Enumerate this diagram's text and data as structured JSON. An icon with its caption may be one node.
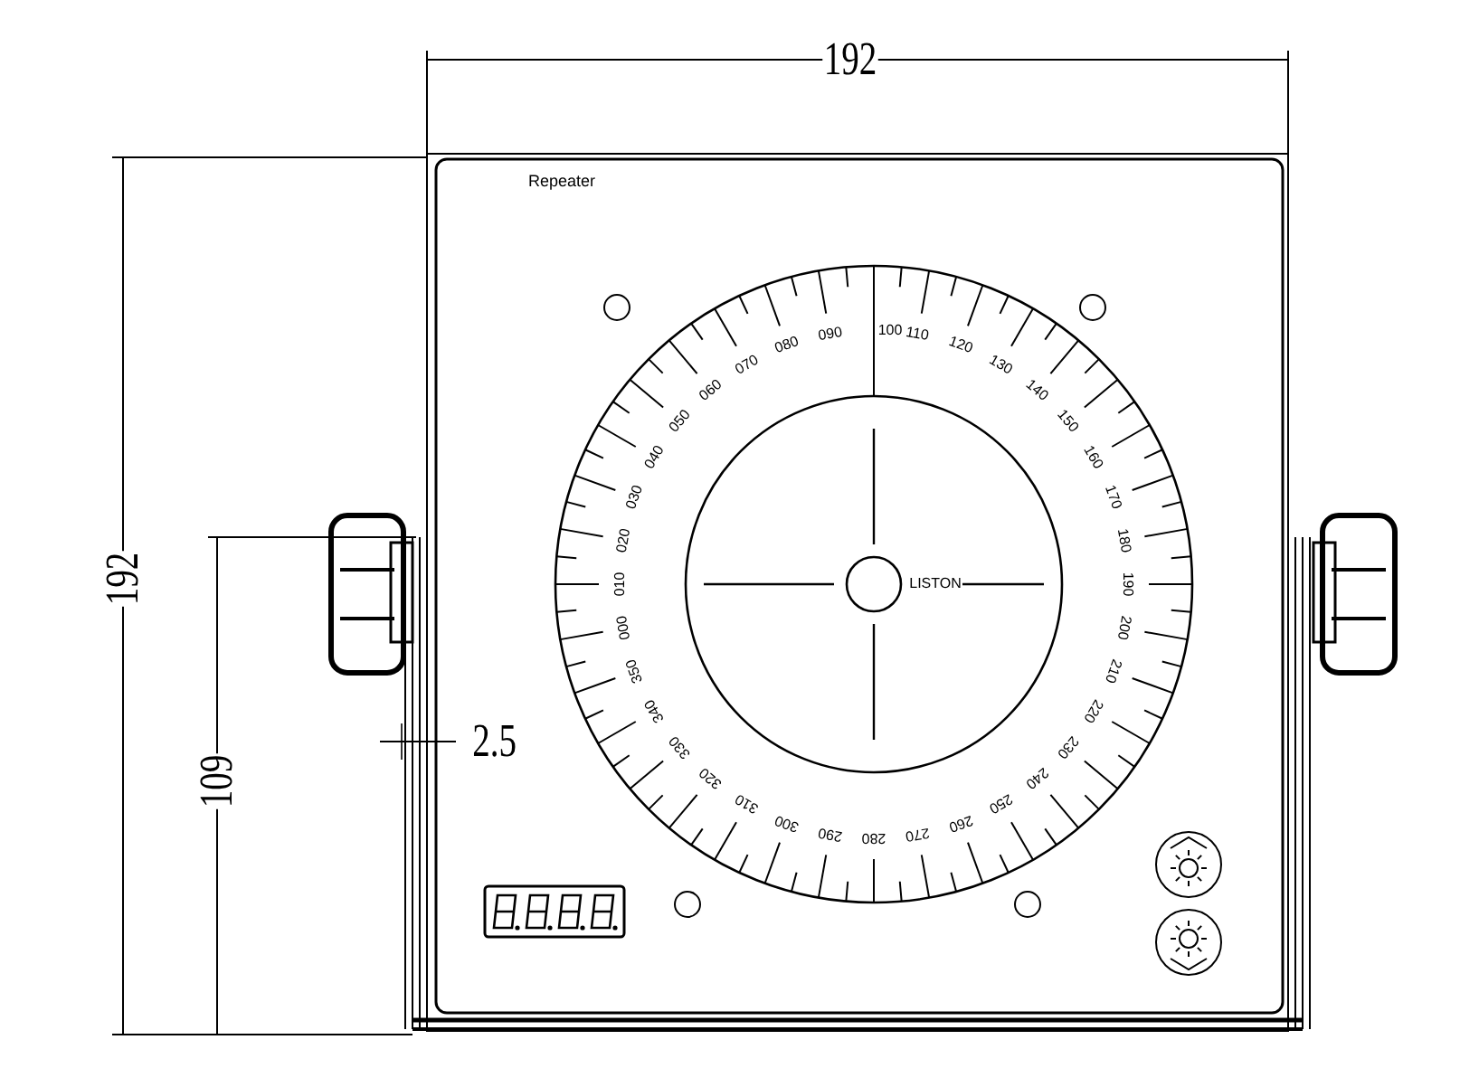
{
  "diagram": {
    "labels": [
      "192",
      "Repeater",
      "100",
      "110",
      "120",
      "130",
      "140",
      "150",
      "160",
      "170",
      "180",
      "190",
      "200",
      "210",
      "220",
      "230",
      "240",
      "250",
      "260",
      "270",
      "280",
      "290",
      "300",
      "310",
      "320",
      "330",
      "340",
      "350",
      "000",
      "010",
      "020",
      "030",
      "040",
      "050",
      "060",
      "070",
      "080",
      "090",
      "LISTON",
      "192",
      "109",
      "2.5"
    ]
  }
}
